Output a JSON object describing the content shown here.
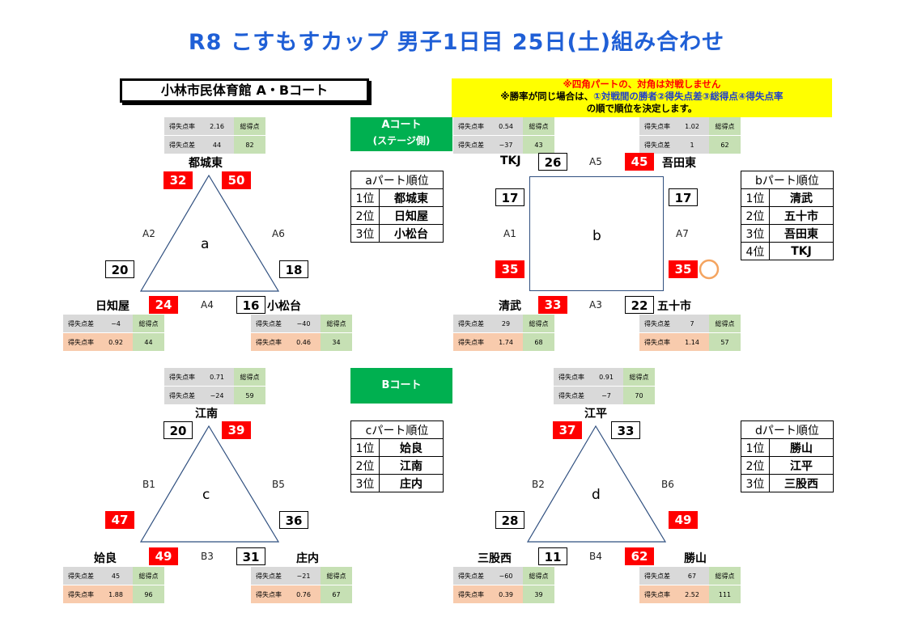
{
  "title": "R8 こすもすカップ 男子1日目 25日(土)組み合わせ",
  "venue": "小林市民体育館 A・Bコート",
  "note": {
    "line1": "※四角パートの、対角は対戦しません",
    "line2_a": "※勝率が同じ場合は、",
    "line2_b": "①対戦間の勝者②得失点差③総得点④得失点率",
    "line3": "の順で順位を決定します。"
  },
  "courts": {
    "a": {
      "line1": "Aコート",
      "line2": "(ステージ側)"
    },
    "b": {
      "line1": "Bコート"
    }
  },
  "labels": {
    "diff": "得失点差",
    "rate": "得失点率",
    "total": "総得点"
  },
  "parts": {
    "a": {
      "letter": "a",
      "ranking_title": "aパート順位",
      "ranking": [
        {
          "pos": "1位",
          "team": "都城東"
        },
        {
          "pos": "2位",
          "team": "日知屋"
        },
        {
          "pos": "3位",
          "team": "小松台"
        }
      ],
      "teams": {
        "top": {
          "name": "都城東",
          "rate": "2.16",
          "diff": "44",
          "total": "82"
        },
        "left": {
          "name": "日知屋",
          "diff": "−4",
          "rate": "0.92",
          "total": "44"
        },
        "right": {
          "name": "小松台",
          "diff": "−40",
          "rate": "0.46",
          "total": "34"
        }
      },
      "matches": {
        "A2": {
          "label": "A2",
          "top": "32",
          "left": "20"
        },
        "A6": {
          "label": "A6",
          "top": "50",
          "right": "18"
        },
        "A4": {
          "label": "A4",
          "left": "24",
          "right": "16"
        }
      }
    },
    "b": {
      "letter": "b",
      "ranking_title": "bパート順位",
      "ranking": [
        {
          "pos": "1位",
          "team": "清武"
        },
        {
          "pos": "2位",
          "team": "五十市"
        },
        {
          "pos": "3位",
          "team": "吾田東"
        },
        {
          "pos": "4位",
          "team": "TKJ"
        }
      ],
      "teams": {
        "tl": {
          "name": "TKJ",
          "rate": "0.54",
          "diff": "−37",
          "total": "43"
        },
        "tr": {
          "name": "吾田東",
          "rate": "1.02",
          "diff": "1",
          "total": "62"
        },
        "bl": {
          "name": "清武",
          "diff": "29",
          "rate": "1.74",
          "total": "68"
        },
        "br": {
          "name": "五十市",
          "diff": "7",
          "rate": "1.14",
          "total": "57"
        }
      },
      "matches": {
        "A5": {
          "label": "A5",
          "tl": "26",
          "tr": "45"
        },
        "A1": {
          "label": "A1",
          "tl": "17",
          "bl": "35"
        },
        "A7": {
          "label": "A7",
          "tr": "17",
          "br": "35"
        },
        "A3": {
          "label": "A3",
          "bl": "33",
          "br": "22"
        }
      }
    },
    "c": {
      "letter": "c",
      "ranking_title": "cパート順位",
      "ranking": [
        {
          "pos": "1位",
          "team": "姶良"
        },
        {
          "pos": "2位",
          "team": "江南"
        },
        {
          "pos": "3位",
          "team": "庄内"
        }
      ],
      "teams": {
        "top": {
          "name": "江南",
          "rate": "0.71",
          "diff": "−24",
          "total": "59"
        },
        "left": {
          "name": "姶良",
          "diff": "45",
          "rate": "1.88",
          "total": "96"
        },
        "right": {
          "name": "庄内",
          "diff": "−21",
          "rate": "0.76",
          "total": "67"
        }
      },
      "matches": {
        "B1": {
          "label": "B1",
          "top": "20",
          "left": "47"
        },
        "B5": {
          "label": "B5",
          "top": "39",
          "right": "36"
        },
        "B3": {
          "label": "B3",
          "left": "49",
          "right": "31"
        }
      }
    },
    "d": {
      "letter": "d",
      "ranking_title": "dパート順位",
      "ranking": [
        {
          "pos": "1位",
          "team": "勝山"
        },
        {
          "pos": "2位",
          "team": "江平"
        },
        {
          "pos": "3位",
          "team": "三股西"
        }
      ],
      "teams": {
        "top": {
          "name": "江平",
          "rate": "0.91",
          "diff": "−7",
          "total": "70"
        },
        "left": {
          "name": "三股西",
          "diff": "−60",
          "rate": "0.39",
          "total": "39"
        },
        "right": {
          "name": "勝山",
          "diff": "67",
          "rate": "2.52",
          "total": "111"
        }
      },
      "matches": {
        "B2": {
          "label": "B2",
          "top": "37",
          "left": "28"
        },
        "B6": {
          "label": "B6",
          "top": "33",
          "right": "49"
        },
        "B4": {
          "label": "B4",
          "left": "11",
          "right": "62"
        }
      }
    }
  },
  "colors": {
    "title": "#1f5fd6",
    "win": "#ff0000",
    "court": "#00b050",
    "note_bg": "#ffff00",
    "marker": "#f4a460"
  }
}
